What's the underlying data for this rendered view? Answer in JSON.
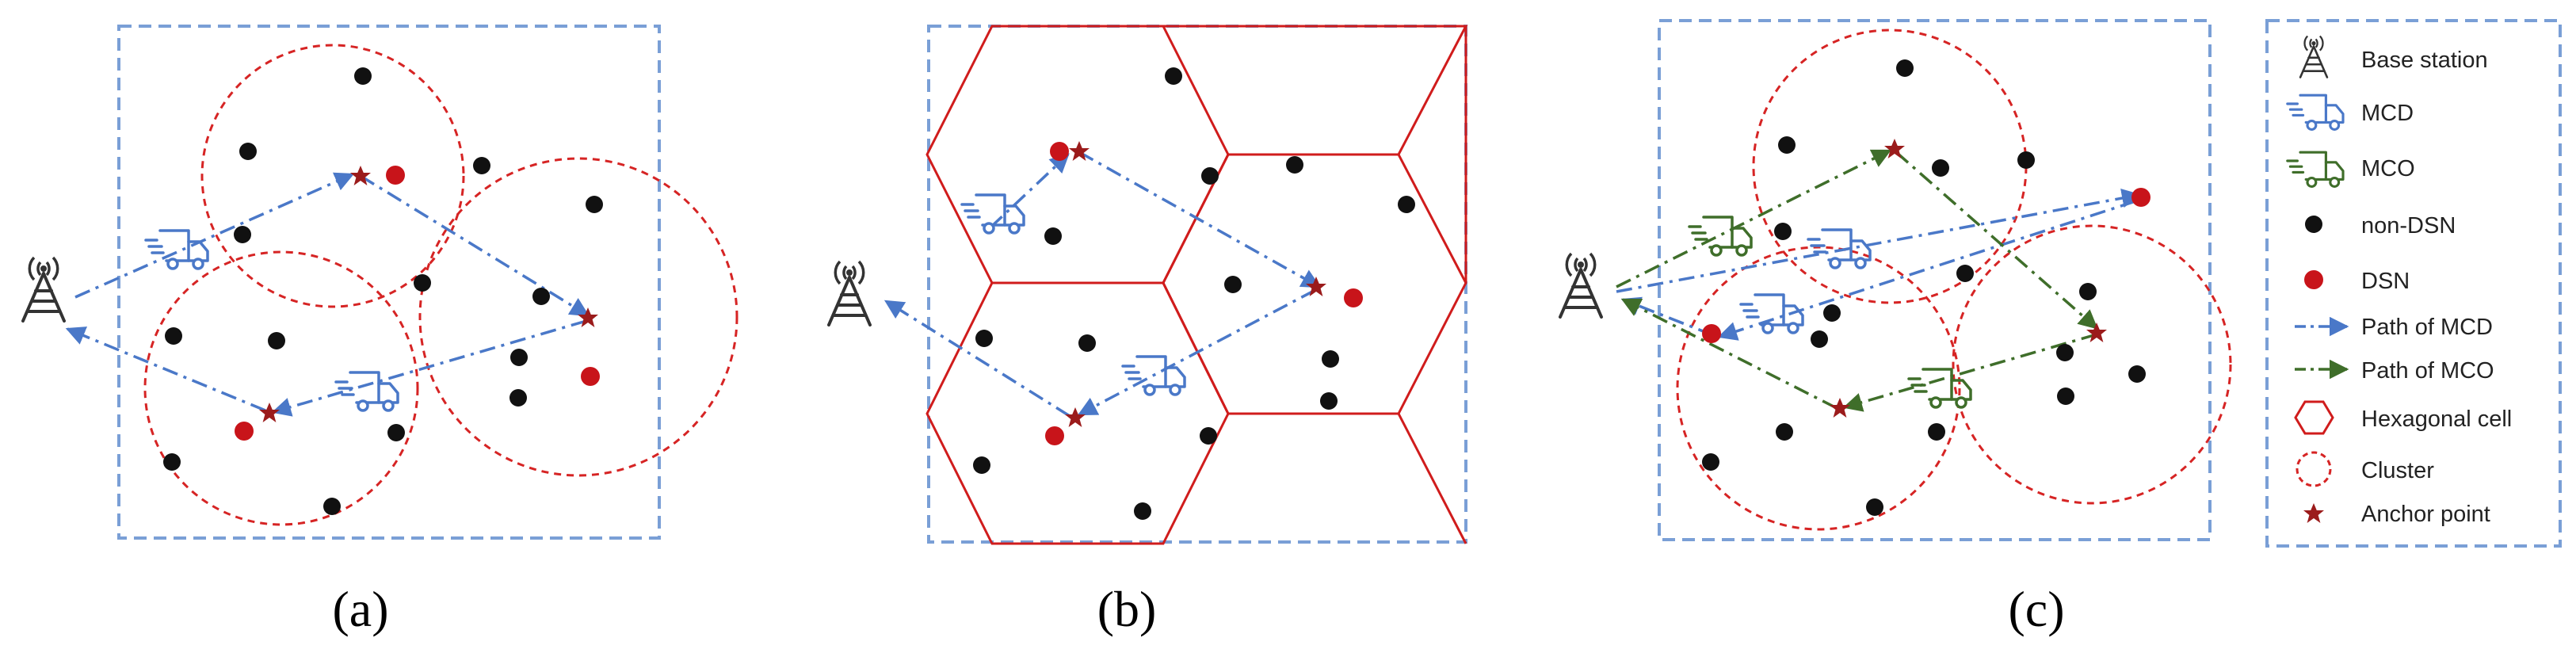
{
  "panels": [
    {
      "caption": "(a)"
    },
    {
      "caption": "(b)"
    },
    {
      "caption": "(c)"
    }
  ],
  "legend": {
    "items": [
      {
        "key": "base-station",
        "label": "Base station"
      },
      {
        "key": "mcd",
        "label": "MCD"
      },
      {
        "key": "mco",
        "label": "MCO"
      },
      {
        "key": "non-dsn",
        "label": "non-DSN"
      },
      {
        "key": "dsn",
        "label": "DSN"
      },
      {
        "key": "path-mcd",
        "label": "Path of MCD"
      },
      {
        "key": "path-mco",
        "label": "Path of MCO"
      },
      {
        "key": "hex-cell",
        "label": "Hexagonal cell"
      },
      {
        "key": "cluster",
        "label": "Cluster"
      },
      {
        "key": "anchor",
        "label": "Anchor point"
      }
    ]
  },
  "colors": {
    "region_border": "#7a9fd6",
    "cluster": "#d62424",
    "hexagon": "#d01c1c",
    "mcd": "#4a78c8",
    "mco": "#3f6e2a",
    "non_dsn": "#111111",
    "dsn": "#c8141a",
    "anchor": "#9b1b1b",
    "station": "#333333"
  }
}
